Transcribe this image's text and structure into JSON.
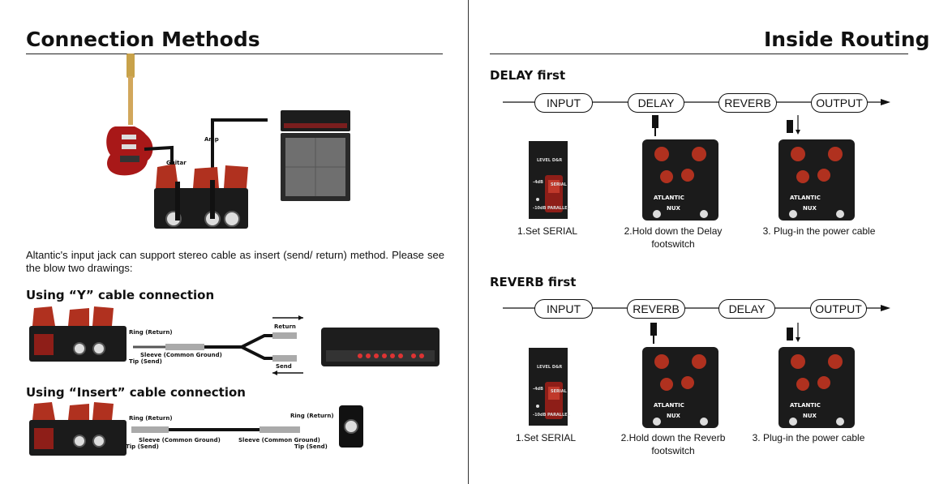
{
  "left": {
    "title": "Connection Methods",
    "diagram_labels": {
      "guitar": "Guitar",
      "amp": "Amp"
    },
    "paragraph": "Altantic's input jack can support stereo cable as insert (send/ return) method. Please see the blow two drawings:",
    "y_cable": {
      "heading": "Using “Y” cable connection",
      "ring": "Ring (Return)",
      "sleeve": "Sleeve (Common Ground)",
      "tip": "Tip (Send)",
      "return": "Return",
      "send": "Send"
    },
    "insert_cable": {
      "heading": "Using “Insert” cable connection",
      "ring_left": "Ring (Return)",
      "sleeve_left": "Sleeve (Common Ground)",
      "tip_left": "Tip (Send)",
      "ring_right": "Ring (Return)",
      "sleeve_right": "Sleeve (Common Ground)",
      "tip_right": "Tip (Send)"
    }
  },
  "right": {
    "title": "Inside Routing",
    "delay_first": {
      "heading": "DELAY first",
      "chain": [
        "INPUT",
        "DELAY",
        "REVERB",
        "OUTPUT"
      ],
      "captions": [
        "1.Set SERIAL",
        "2.Hold down the Delay footswitch",
        "3. Plug-in the power cable"
      ]
    },
    "reverb_first": {
      "heading": "REVERB first",
      "chain": [
        "INPUT",
        "REVERB",
        "DELAY",
        "OUTPUT"
      ],
      "captions": [
        "1.Set SERIAL",
        "2.Hold down the Reverb footswitch",
        "3. Plug-in the power cable"
      ]
    },
    "switch_labels": {
      "title": "LEVEL D&R",
      "db": "-4dB",
      "db2": "-10dB",
      "serial": "SERIAL",
      "parallel": "PARALLEL"
    },
    "pedal_brand": "ATLANTIC",
    "pedal_logo": "NUX"
  },
  "colors": {
    "pedal_red": "#8e1e18",
    "pedal_body": "#1b1b1b",
    "knob_red": "#b0311f"
  }
}
